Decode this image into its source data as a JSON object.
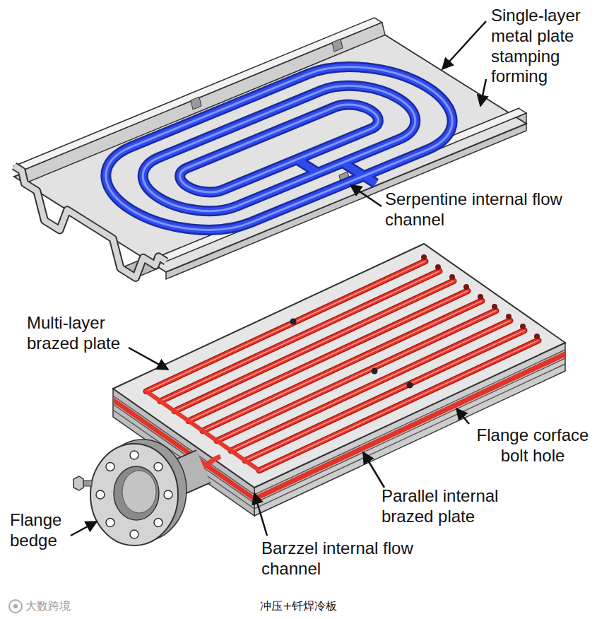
{
  "diagram": {
    "caption": "冲压+钎焊冷板",
    "labels": [
      "Single-layer metal plate stamping forming",
      "Serpentine internal flow channel",
      "Multi-layer brazed plate",
      "Flange corface bolt hole",
      "Parallel internal brazed plate",
      "Flange bedge",
      "Barzzel internal flow channel",
      "大数跨境"
    ]
  }
}
